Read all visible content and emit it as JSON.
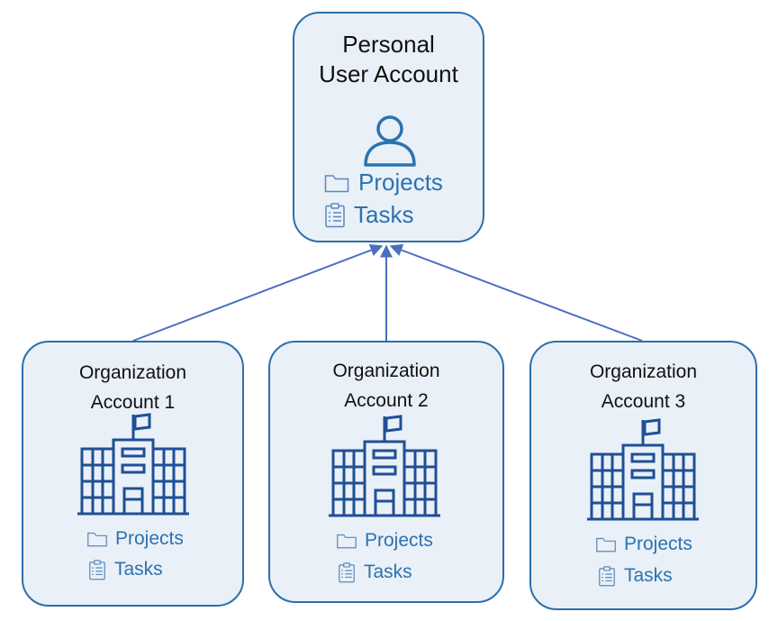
{
  "colors": {
    "accent": "#2c72b0",
    "box_fill": "#e9f0f7",
    "box_border": "#2e6fa9",
    "icon": "#1f4f96",
    "edge": "#4a6fbf"
  },
  "personal": {
    "title_line1": "Personal",
    "title_line2": "User Account",
    "icon": "person-icon",
    "items": [
      {
        "label": "Projects",
        "icon": "folder-icon"
      },
      {
        "label": "Tasks",
        "icon": "clipboard-icon"
      }
    ]
  },
  "organizations": [
    {
      "title_line1": "Organization",
      "title_line2": "Account 1",
      "icon": "building-icon",
      "items": [
        {
          "label": "Projects",
          "icon": "folder-icon"
        },
        {
          "label": "Tasks",
          "icon": "clipboard-icon"
        }
      ]
    },
    {
      "title_line1": "Organization",
      "title_line2": "Account 2",
      "icon": "building-icon",
      "items": [
        {
          "label": "Projects",
          "icon": "folder-icon"
        },
        {
          "label": "Tasks",
          "icon": "clipboard-icon"
        }
      ]
    },
    {
      "title_line1": "Organization",
      "title_line2": "Account 3",
      "icon": "building-icon",
      "items": [
        {
          "label": "Projects",
          "icon": "folder-icon"
        },
        {
          "label": "Tasks",
          "icon": "clipboard-icon"
        }
      ]
    }
  ]
}
